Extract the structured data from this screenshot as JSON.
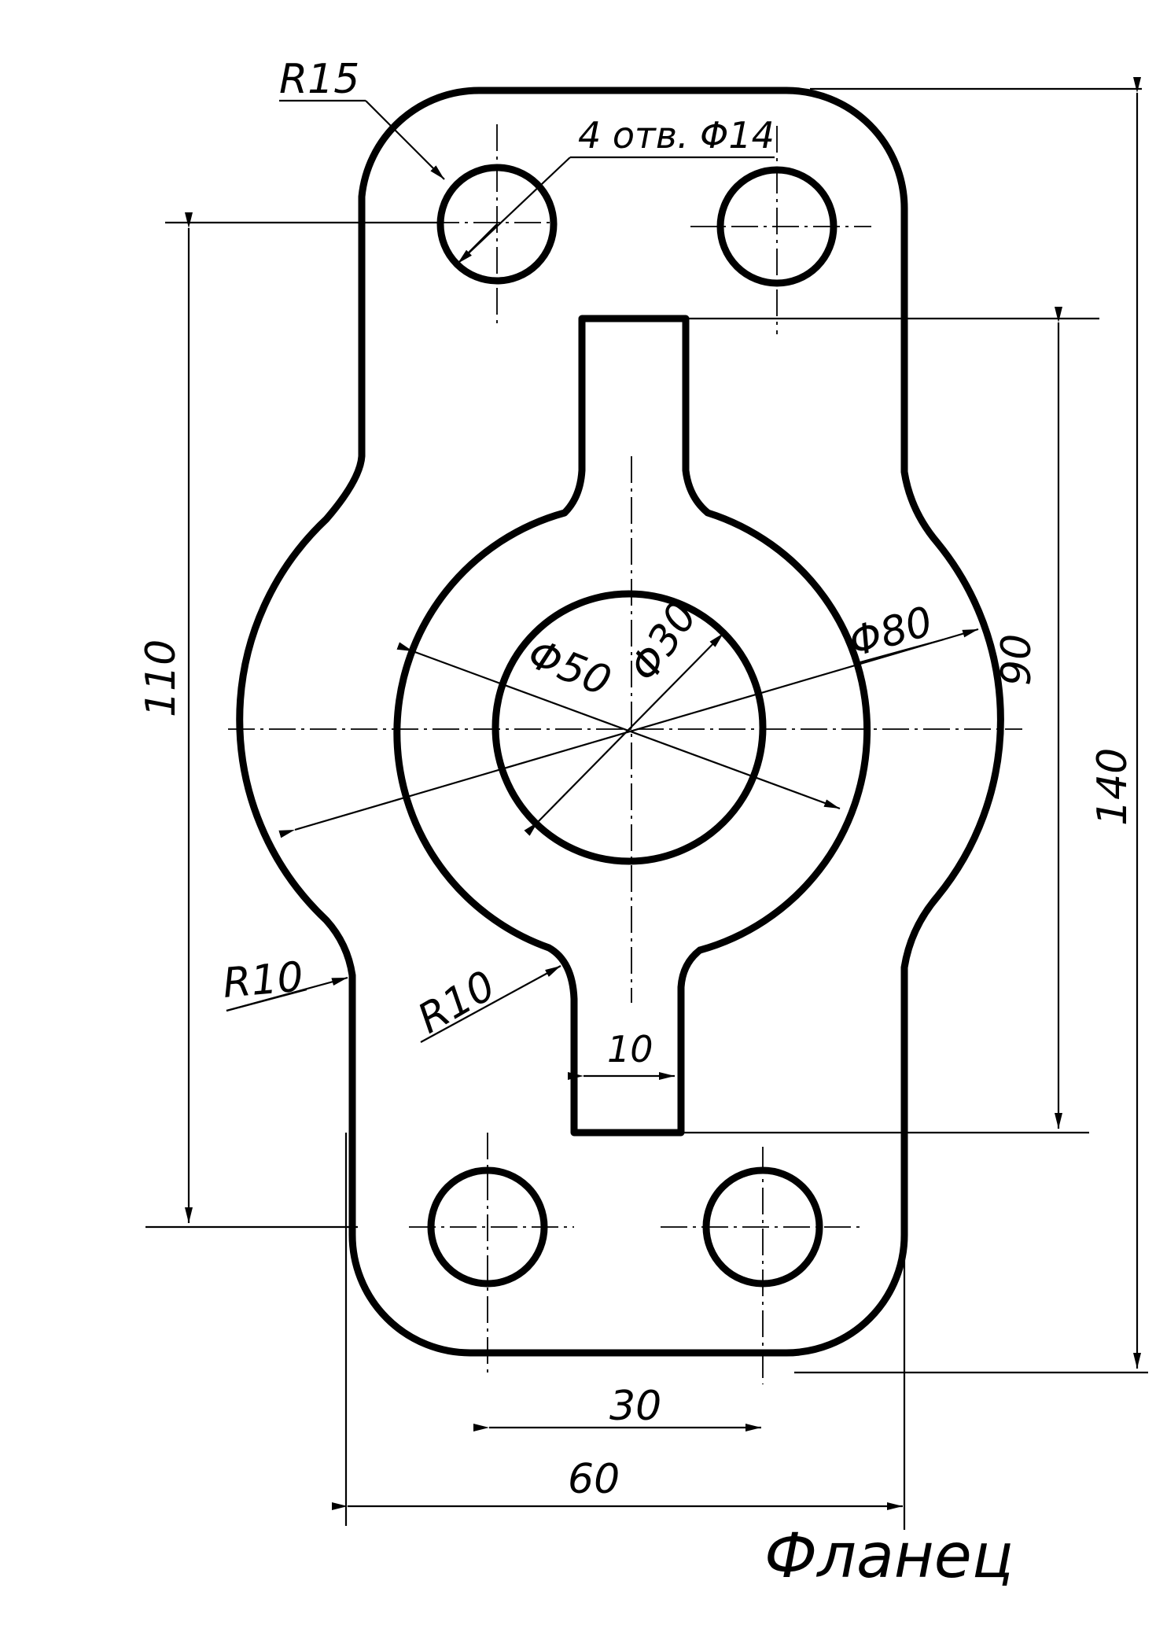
{
  "drawing": {
    "title": "Фланец",
    "labels": {
      "r15": "R15",
      "holes": "4 отв. Φ14",
      "d50": "Φ50",
      "d30": "Φ30",
      "d80": "Φ80",
      "r10_left": "R10",
      "r10_center": "R10",
      "dim_110": "110",
      "dim_90": "90",
      "dim_140": "140",
      "dim_10": "10",
      "dim_30": "30",
      "dim_60": "60"
    }
  }
}
